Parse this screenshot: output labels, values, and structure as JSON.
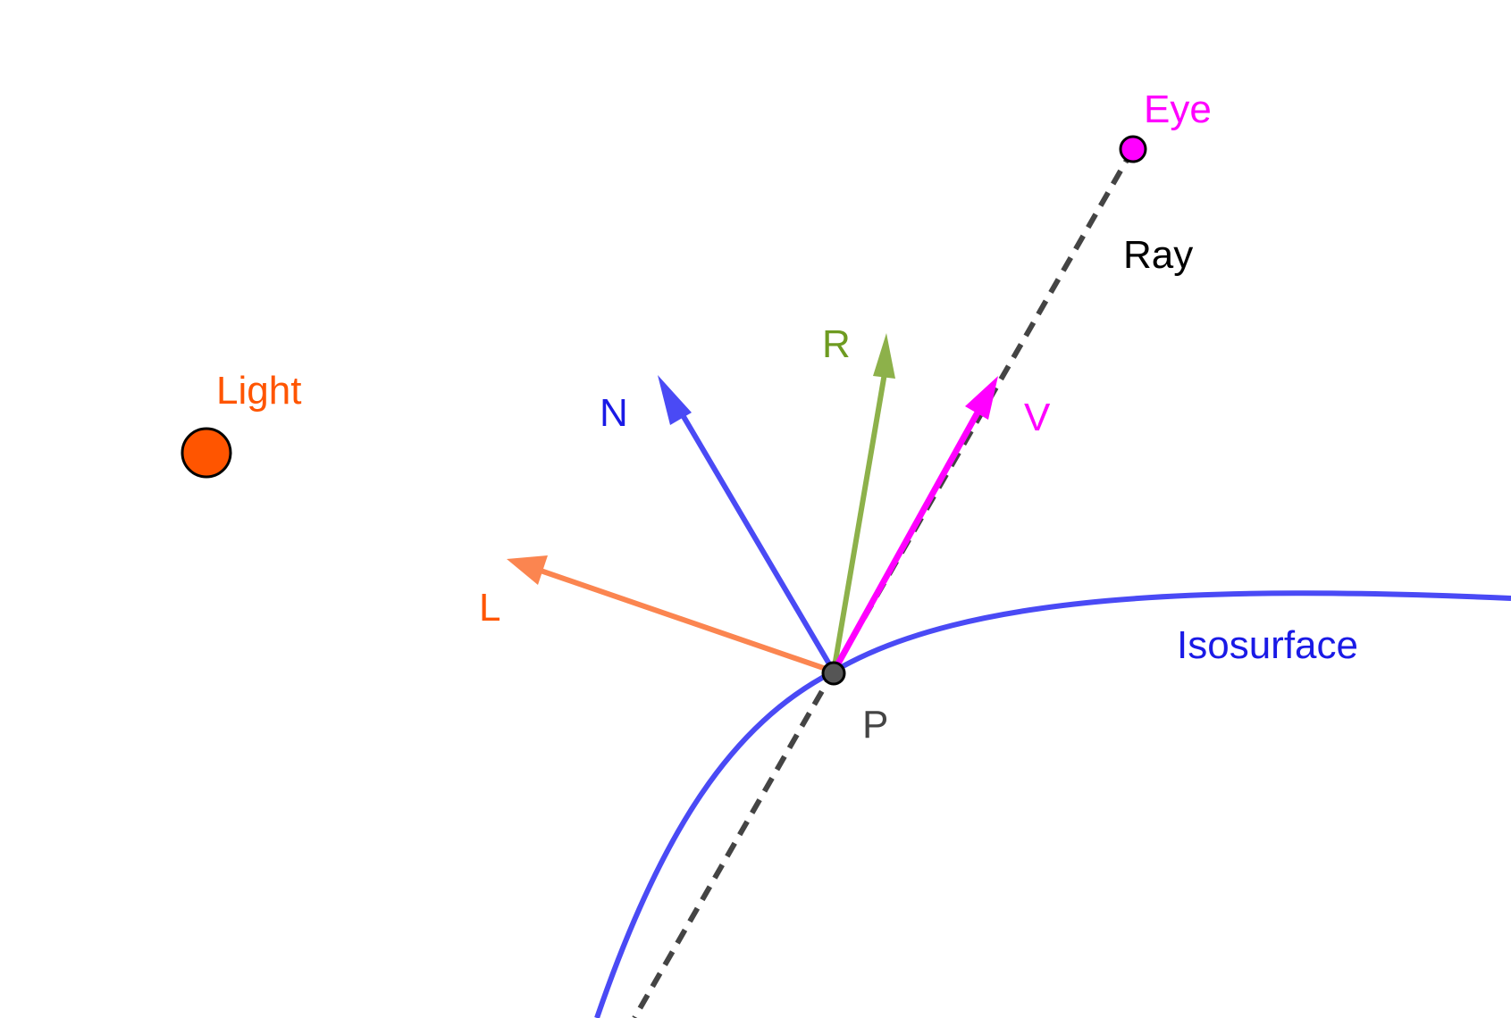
{
  "colors": {
    "background": "#ffffff",
    "isosurface": "#4a4af5",
    "ray": "#444444",
    "light": "#ff5500",
    "light_vector": "#fb8550",
    "normal": "#4a4af5",
    "reflection": "#8db14a",
    "view": "#ff00ff",
    "eye": "#ff00ff",
    "point": "#555555",
    "outline": "#000000"
  },
  "labels": {
    "eye": "Eye",
    "ray": "Ray",
    "light": "Light",
    "reflection": "R",
    "normal": "N",
    "view": "V",
    "light_vector": "L",
    "isosurface": "Isosurface",
    "point": "P"
  },
  "label_colors": {
    "eye": "#ff00ff",
    "ray": "#000000",
    "light": "#ff5500",
    "reflection": "#6e9b21",
    "normal": "#1a1ae6",
    "view": "#ff00ff",
    "light_vector": "#ff5500",
    "isosurface": "#1a1ae6",
    "point": "#444444"
  }
}
